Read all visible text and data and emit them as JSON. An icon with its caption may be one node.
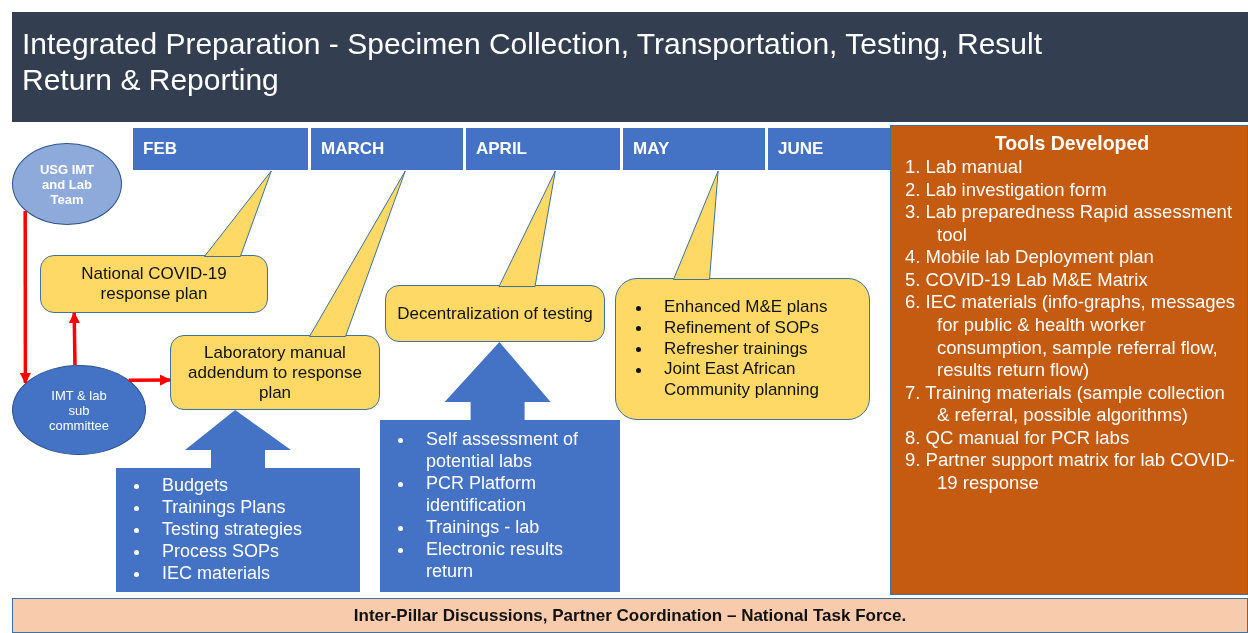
{
  "diagram": {
    "title": "Integrated Preparation - Specimen Collection, Transportation, Testing, Result Return & Reporting",
    "nodes": [
      {
        "text": [
          "FEB"
        ]
      },
      {
        "text": [
          "MARCH"
        ]
      },
      {
        "text": [
          "APRIL"
        ]
      },
      {
        "text": [
          "MAY"
        ]
      },
      {
        "text": [
          "JUNE"
        ]
      },
      {
        "text": [
          "USG IMT and Lab Team"
        ]
      },
      {
        "text": [
          "National COVID-19 response plan"
        ]
      },
      {
        "text": [
          "IMT & lab sub committee"
        ]
      },
      {
        "text": [
          "Laboratory manual addendum to response plan"
        ]
      },
      {
        "text": [
          "Decentralization of testing"
        ]
      },
      {
        "text": [
          "Enhanced M&E plans",
          "Refinement of SOPs",
          "Refresher trainings",
          "Joint East African Community planning"
        ]
      },
      {
        "text": [
          "Budgets",
          "Trainings Plans",
          "Testing strategies",
          "Process SOPs",
          "IEC materials"
        ]
      },
      {
        "text": [
          "Self assessment of potential labs",
          "PCR Platform identification",
          "Trainings - lab",
          "Electronic results return"
        ]
      },
      {
        "text": [
          "Tools Developed",
          "1. Lab manual",
          "2. Lab investigation form",
          "3. Lab preparedness Rapid assessment tool",
          "4. Mobile lab Deployment plan",
          "5. COVID-19 Lab M&E Matrix",
          "6. IEC materials (info-graphs, messages for public & health worker consumption, sample referral flow, results return flow)",
          "7. Training materials (sample collection & referral, possible algorithms)",
          "8. QC manual for PCR labs",
          "9. Partner support matrix for lab COVID-19 response"
        ]
      },
      {
        "text": [
          "Inter-Pillar Discussions, Partner Coordination – National Task Force."
        ]
      }
    ],
    "edges": [
      {
        "from": 5,
        "to": 7,
        "arrow": "to",
        "color": "#ff0000"
      },
      {
        "from": 7,
        "to": 6,
        "arrow": "to",
        "color": "#ff0000"
      },
      {
        "from": 7,
        "to": 8,
        "arrow": "to",
        "color": "#ff0000"
      },
      {
        "from": 6,
        "to": 0,
        "arrow": "none"
      },
      {
        "from": 8,
        "to": 1,
        "arrow": "none"
      },
      {
        "from": 9,
        "to": 2,
        "arrow": "none"
      },
      {
        "from": 10,
        "to": 3,
        "arrow": "none"
      },
      {
        "from": 11,
        "to": 8,
        "arrow": "to"
      },
      {
        "from": 12,
        "to": 9,
        "arrow": "to"
      }
    ]
  }
}
